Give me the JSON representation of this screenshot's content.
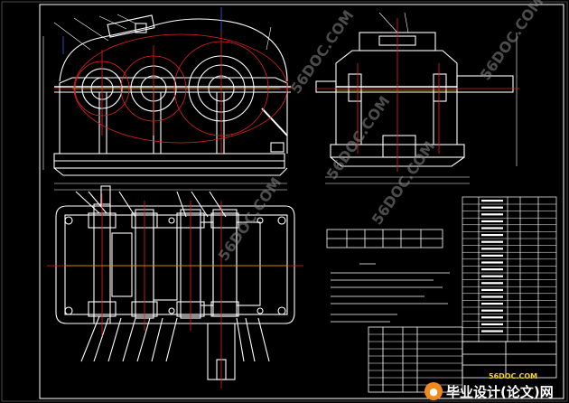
{
  "drawing": {
    "background": "#000000",
    "frame_color": "#ffffff",
    "centerline_color": "#e52020",
    "accent_color": "#f5e600",
    "blue_color": "#3a5ed8",
    "watermark_color": "#8a8a8a"
  },
  "views": {
    "front_view": "gearbox-front-elevation",
    "side_view": "gearbox-side-elevation",
    "plan_view": "gearbox-top-section"
  },
  "watermarks": [
    "56DOC.COM",
    "56DOC.COM",
    "56DOC.COM",
    "56DOC.COM",
    "56DOC.COM"
  ],
  "logo": {
    "url_text": "56DOC.COM",
    "brand_text": "毕业设计(论文)网"
  }
}
